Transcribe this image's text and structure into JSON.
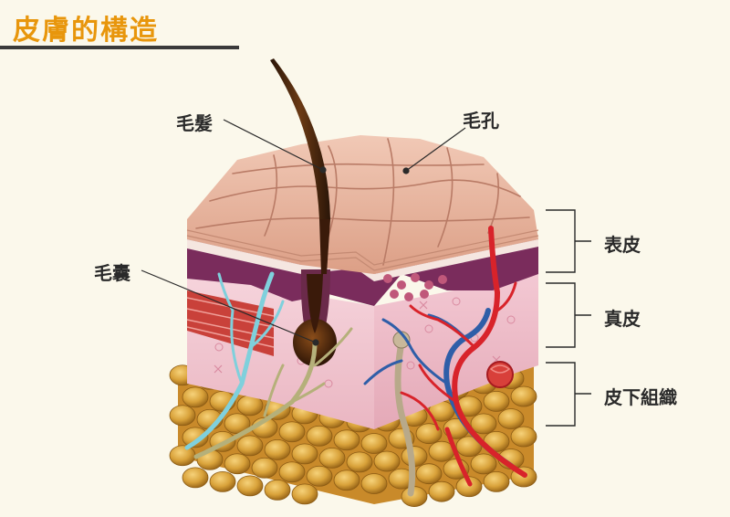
{
  "title": "皮膚的構造",
  "labels": {
    "hair": "毛髮",
    "pore": "毛孔",
    "follicle": "毛囊"
  },
  "layers": {
    "epidermis": "表皮",
    "dermis": "真皮",
    "subcutaneous": "皮下組織"
  },
  "colors": {
    "title": "#e8960c",
    "background": "#fbf8eb",
    "epidermis": "#e9b9a5",
    "dermis": "#f2c9d2",
    "fat": "#d9a23a",
    "vein": "#2f5ea8",
    "artery": "#d8232a",
    "nerve": "#b5b07a",
    "lymph": "#7fd0dc"
  }
}
